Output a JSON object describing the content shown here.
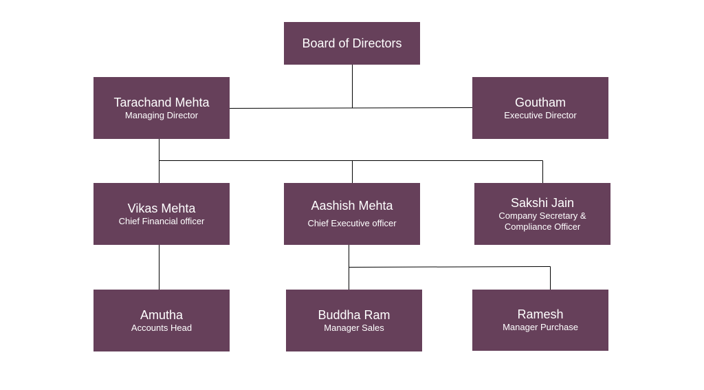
{
  "org_chart": {
    "board": {
      "name": "Board of Directors"
    },
    "tarachand": {
      "name": "Tarachand Mehta",
      "role": "Managing Director"
    },
    "goutham": {
      "name": "Goutham",
      "role": "Executive Director"
    },
    "vikas": {
      "name": "Vikas Mehta",
      "role": "Chief Financial officer"
    },
    "aashish": {
      "name": "Aashish Mehta",
      "role": "Chief Executive officer"
    },
    "sakshi": {
      "name": "Sakshi Jain",
      "role": "Company Secretary & Compliance Officer"
    },
    "amutha": {
      "name": "Amutha",
      "role": "Accounts Head"
    },
    "buddha": {
      "name": "Buddha Ram",
      "role": "Manager Sales"
    },
    "ramesh": {
      "name": "Ramesh",
      "role": "Manager Purchase"
    }
  },
  "colors": {
    "box_fill": "#66405a",
    "box_text": "#ffffff",
    "connector": "#000000"
  }
}
